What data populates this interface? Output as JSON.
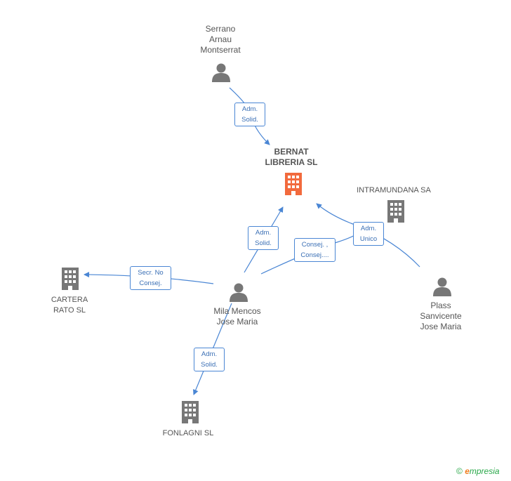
{
  "nodes": {
    "serrano": {
      "label": [
        "Serrano",
        "Arnau",
        "Montserrat"
      ],
      "type": "person"
    },
    "bernat": {
      "label": [
        "BERNAT",
        "LIBRERIA SL"
      ],
      "type": "company-main"
    },
    "intramundana": {
      "label": [
        "INTRAMUNDANA SA"
      ],
      "type": "company"
    },
    "cartera": {
      "label": [
        "CARTERA",
        "RATO SL"
      ],
      "type": "company"
    },
    "mila": {
      "label": [
        "Mila Mencos",
        "Jose Maria"
      ],
      "type": "person"
    },
    "plass": {
      "label": [
        "Plass",
        "Sanvicente",
        "Jose Maria"
      ],
      "type": "person"
    },
    "fonlagni": {
      "label": [
        "FONLAGNI SL"
      ],
      "type": "company"
    }
  },
  "edges": {
    "serrano_bernat": [
      "Adm.",
      "Solid."
    ],
    "mila_bernat": [
      "Adm.",
      "Solid."
    ],
    "mila_bernat_consej": [
      "Consej. ,",
      "Consej...."
    ],
    "plass_intramundana": [
      "Adm.",
      "Unico"
    ],
    "mila_cartera": [
      "Secr.  No",
      "Consej."
    ],
    "mila_fonlagni": [
      "Adm.",
      "Solid."
    ]
  },
  "colors": {
    "edge": "#4a86d4",
    "node": "#777777",
    "main_node": "#f26a3d"
  },
  "brand": {
    "copyright": "©",
    "first_letter": "e",
    "rest": "mpresia"
  }
}
